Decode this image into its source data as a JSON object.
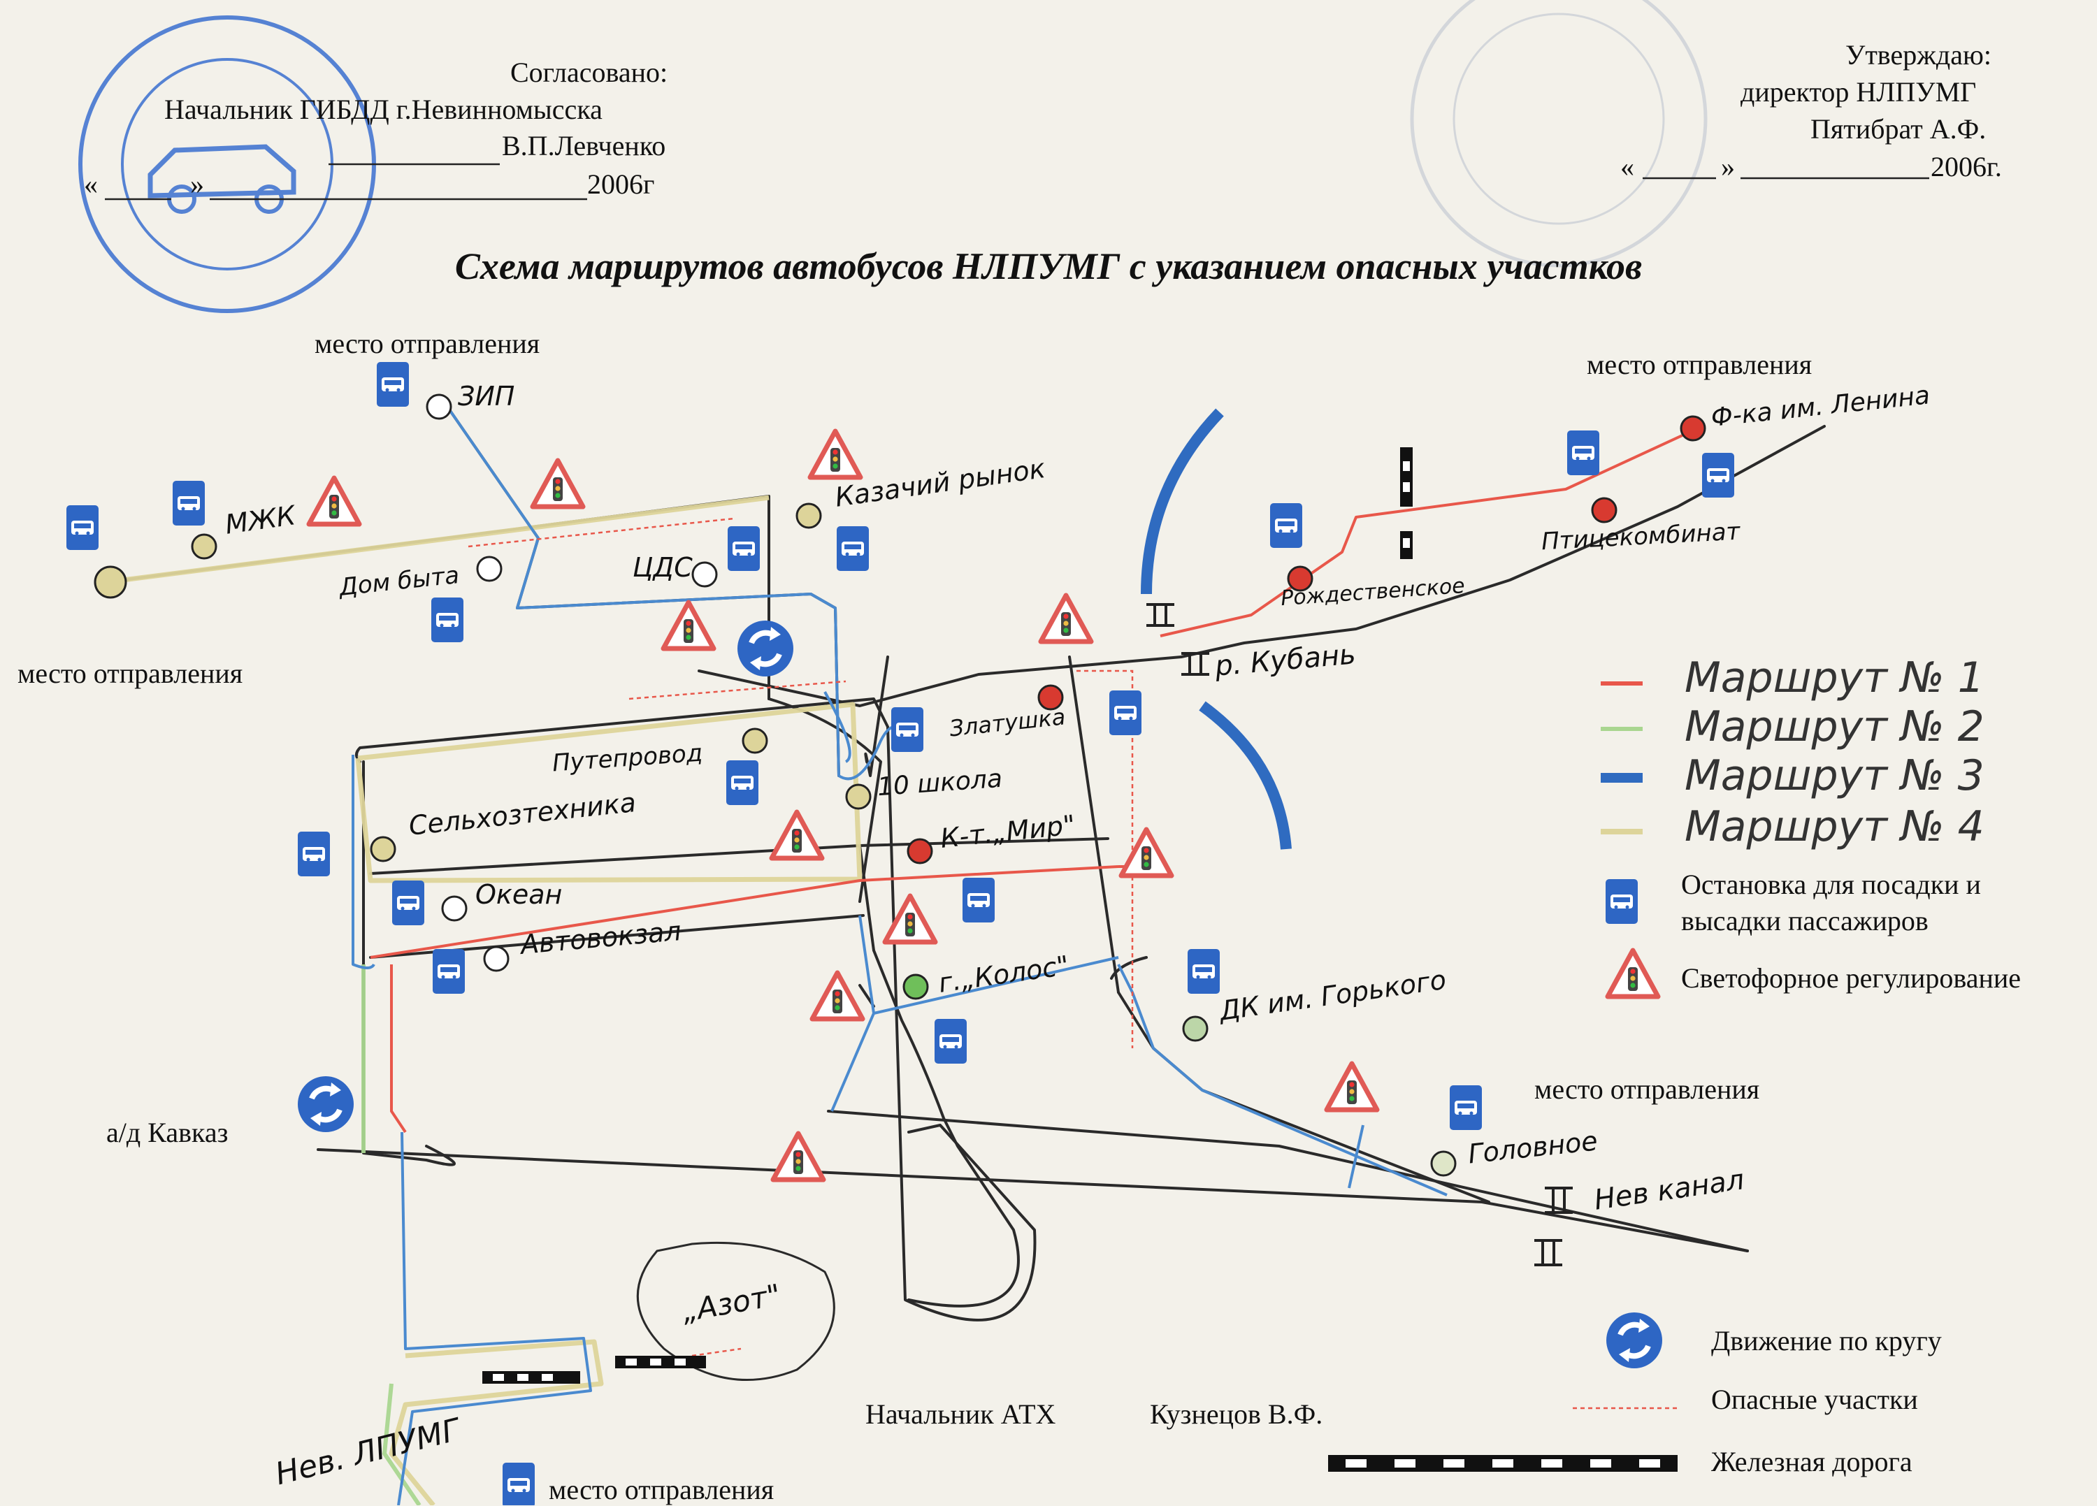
{
  "header_left": {
    "agreed": "Согласовано:",
    "position": "Начальник ГИБДД г.Невинномысска",
    "name": "В.П.Левченко",
    "date_open_quote": "«",
    "date_close_quote": "»",
    "year": "2006г"
  },
  "header_right": {
    "approve": "Утверждаю:",
    "position": "директор НЛПУМГ",
    "name": "Пятибрат А.Ф.",
    "date_open_quote": "«",
    "date_close_quote": "»",
    "year": "2006г."
  },
  "title": "Схема маршрутов автобусов НЛПУМГ с указанием опасных участков",
  "departure_label": "место отправления",
  "stops": {
    "zip": "ЗИП",
    "mzhk": "МЖК",
    "dom_byta": "Дом быта",
    "tsds": "ЦДС",
    "kazachiy_rynok": "Казачий рынок",
    "puteprovod": "Путепровод",
    "shkola10": "10 школа",
    "selkhoztekhnika": "Сельхозтехника",
    "okean": "Океан",
    "avtovokzal": "Автовокзал",
    "zlatushka": "Златушка",
    "kt_mir": "К-т.„Мир\"",
    "kolos": "г.„Колос\"",
    "dk_gorkogo": "ДК им. Горького",
    "golovnoe": "Головное",
    "rozhdestvenskoe": "Рождественское",
    "ptitsekombinat": "Птицекомбинат",
    "fka_lenina": "Ф-ка им. Ленина",
    "nev_lpumg": "Нев. ЛПУМГ"
  },
  "places": {
    "river_kuban": "р. Кубань",
    "nev_kanal": "Нев канал",
    "azot": "„Азот\"",
    "ad_kavkaz": "а/д Кавказ"
  },
  "legend": {
    "route1": "Маршрут № 1",
    "route2": "Маршрут № 2",
    "route3": "Маршрут № 3",
    "route4": "Маршрут № 4",
    "bus_stop": "Остановка для посадки и высадки пассажиров",
    "traffic_light": "Светофорное регулирование",
    "roundabout": "Движение по кругу",
    "danger": "Опасные участки",
    "railway": "Железная дорога"
  },
  "signature": {
    "position": "Начальник АТХ",
    "name": "Кузнецов В.Ф."
  },
  "colors": {
    "route1": "#e8574a",
    "route2": "#a9d690",
    "route3": "#2f6bc0",
    "route4": "#ddd49a",
    "road": "#2a2a2a",
    "stamp": "#3a6fd0",
    "bus_icon": "#2e66c4",
    "danger_dot": "#d83a30"
  },
  "icons": {
    "bus_stop": "bus-stop-icon",
    "traffic_light": "traffic-light-icon",
    "roundabout": "roundabout-icon",
    "railway": "railway-icon",
    "bridge": "bridge-icon"
  }
}
